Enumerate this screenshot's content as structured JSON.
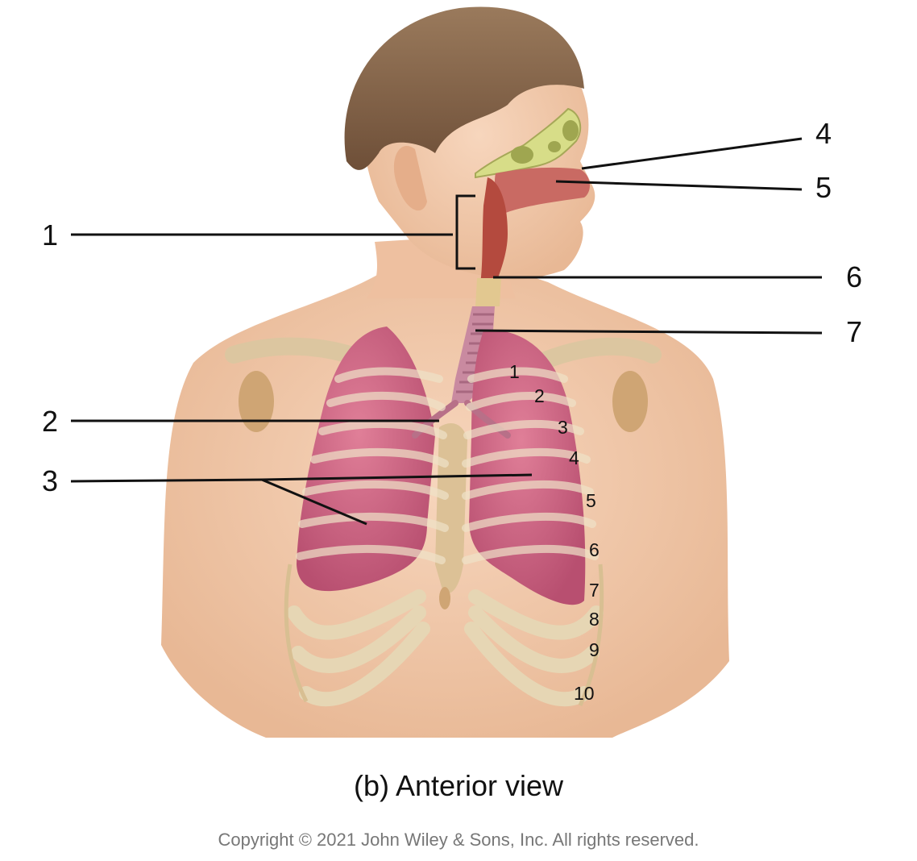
{
  "callouts": {
    "c1": "1",
    "c2": "2",
    "c3": "3",
    "c4": "4",
    "c5": "5",
    "c6": "6",
    "c7": "7"
  },
  "rib_numbers": [
    "1",
    "2",
    "3",
    "4",
    "5",
    "6",
    "7",
    "8",
    "9",
    "10"
  ],
  "caption": "(b) Anterior view",
  "copyright": "Copyright © 2021 John Wiley & Sons, Inc. All rights reserved.",
  "colors": {
    "skin": "#f2c8a8",
    "hair": "#8a6a4e",
    "lung": "#d06a86",
    "rib": "#e8d8b8",
    "trachea": "#c98aa0",
    "sinus": "#d8df8c"
  }
}
